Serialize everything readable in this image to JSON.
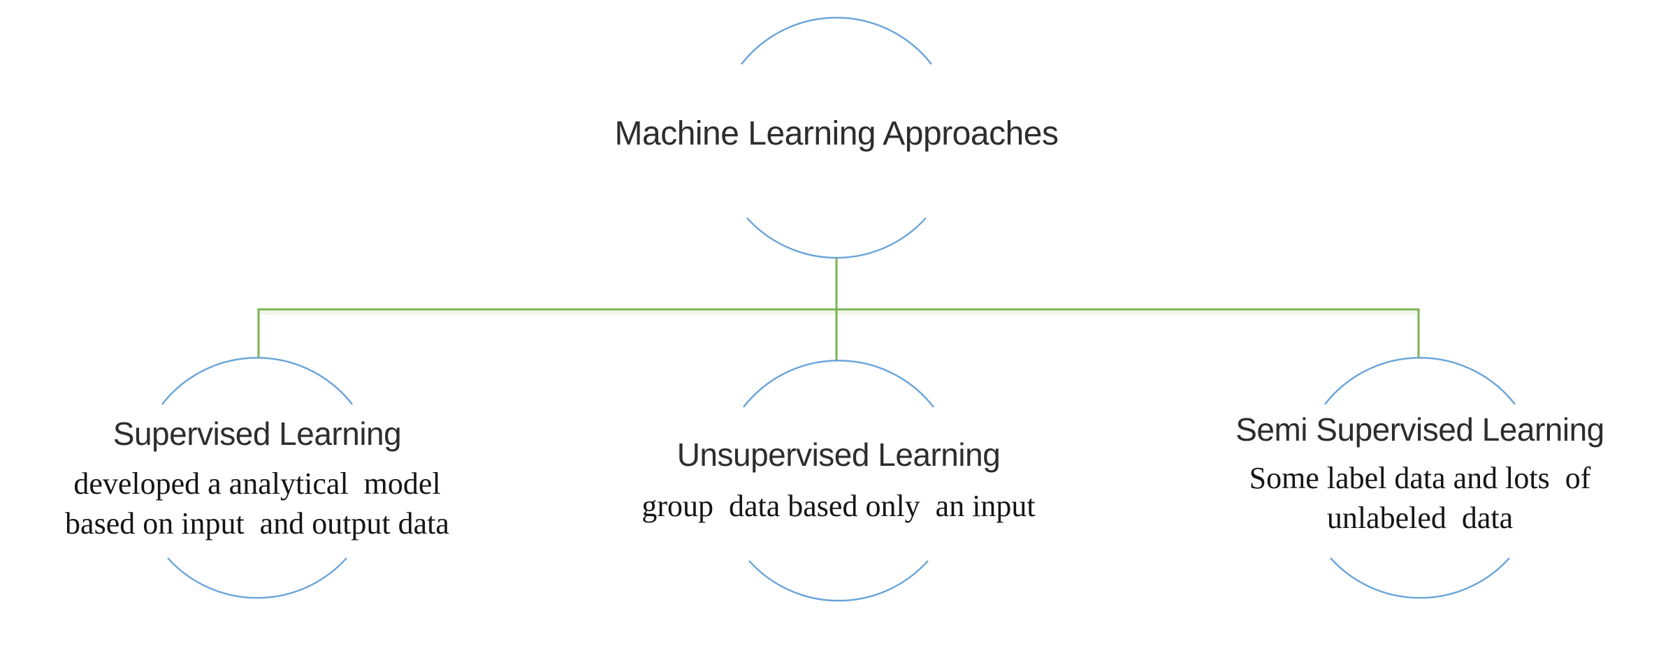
{
  "diagram": {
    "root": {
      "title": "Machine Learning Approaches"
    },
    "children": [
      {
        "title": "Supervised Learning",
        "description": "developed a analytical  model\nbased on input  and output data"
      },
      {
        "title": "Unsupervised Learning",
        "description": "group  data based only  an input"
      },
      {
        "title": "Semi Supervised Learning",
        "description": "Some label data and lots  of\nunlabeled  data"
      }
    ],
    "colors": {
      "arc_blue": "#5b9bd5",
      "connector_green": "#74b04b",
      "connector_green_light": "#c9e3b4"
    }
  }
}
